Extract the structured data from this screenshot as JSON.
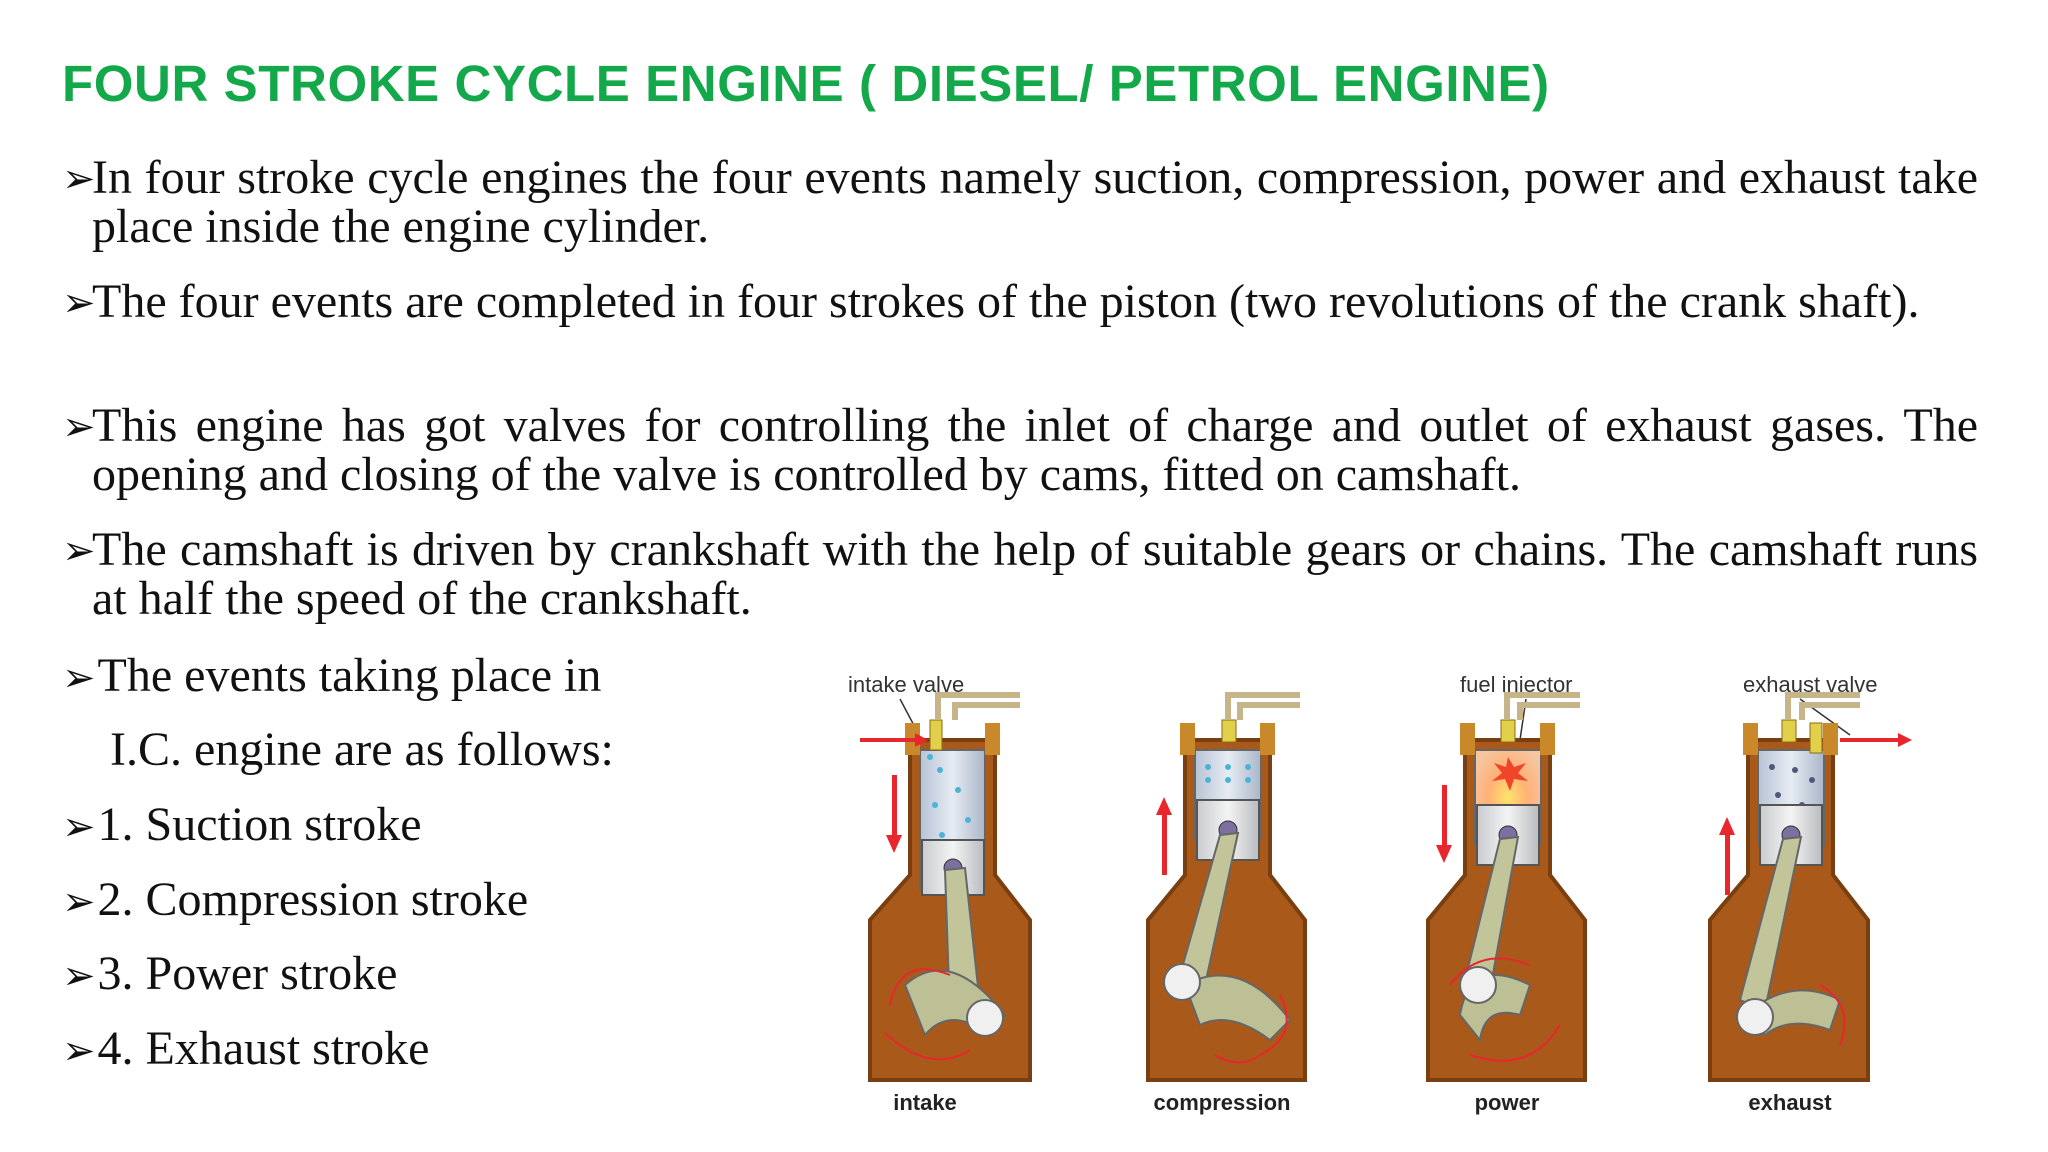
{
  "title": "FOUR STROKE CYCLE ENGINE ( DIESEL/ PETROL ENGINE)",
  "colors": {
    "title": "#13a84a",
    "text": "#111111",
    "arrow": "#e8262c",
    "crankcase": "#b9651e"
  },
  "bullet_icon": "arrow-bullet-icon",
  "paragraphs": [
    "In four stroke cycle engines the four events namely suction, compression, power and exhaust take place inside the engine cylinder.",
    "The four events are completed in four strokes of the piston (two revolutions of the crank shaft).",
    "This engine has got valves for controlling the inlet of charge and outlet of exhaust gases. The opening and closing of the valve is controlled by cams, fitted on camshaft.",
    "The camshaft is driven by crankshaft with the help of suitable gears or chains. The camshaft runs at half the speed of the crankshaft."
  ],
  "events_intro": {
    "line1": "The events taking place in",
    "line2": "I.C. engine are as follows:"
  },
  "strokes": [
    "1. Suction stroke",
    "2. Compression stroke",
    "3. Power stroke",
    "4. Exhaust stroke"
  ],
  "diagram": {
    "callouts": [
      "intake valve",
      "fuel injector",
      "exhaust valve"
    ],
    "stroke_labels": [
      "intake",
      "compression",
      "power",
      "exhaust"
    ]
  }
}
